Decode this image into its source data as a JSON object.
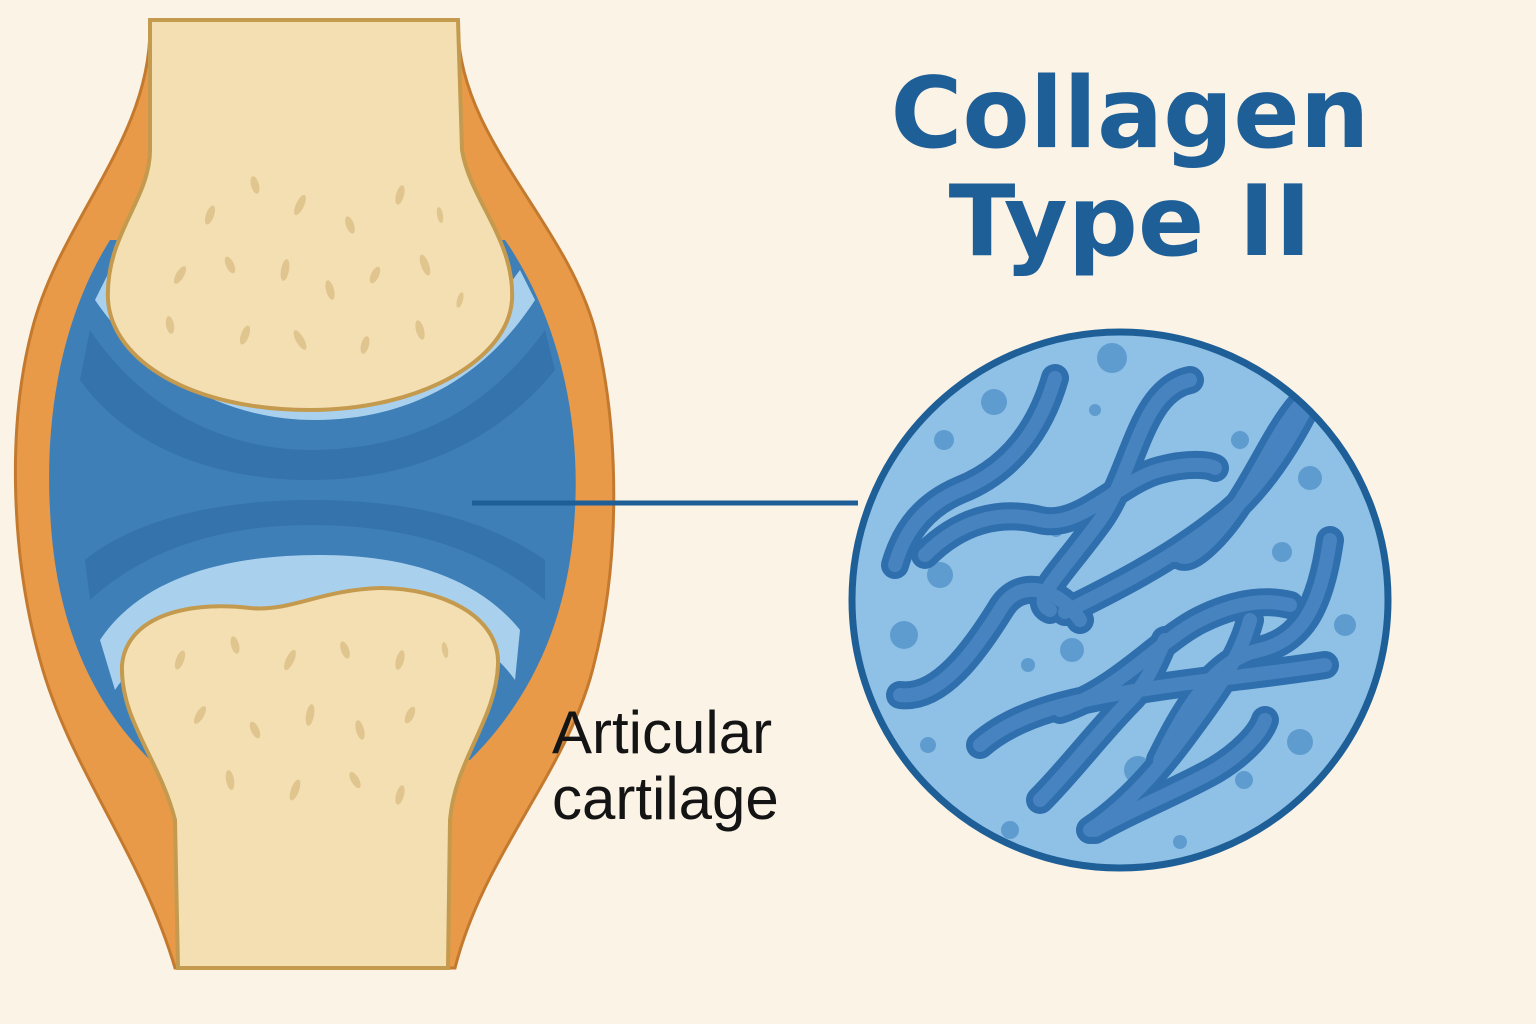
{
  "title": {
    "line1": "Collagen",
    "line2": "Type II"
  },
  "label": {
    "line1": "Articular",
    "line2": "cartilage"
  },
  "colors": {
    "background": "#fbf3e6",
    "bone": "#f4dfb3",
    "bone_outline": "#c49a4f",
    "capsule": "#e89a48",
    "synovial": "#3f7fb8",
    "synovial_dark": "#2c69a3",
    "cartilage": "#a9d1ee",
    "zoom_fill": "#8fc1e6",
    "fiber": "#4a86c2",
    "outline_blue": "#1f5f98",
    "title": "#1f5f98",
    "label_text": "#141414"
  }
}
